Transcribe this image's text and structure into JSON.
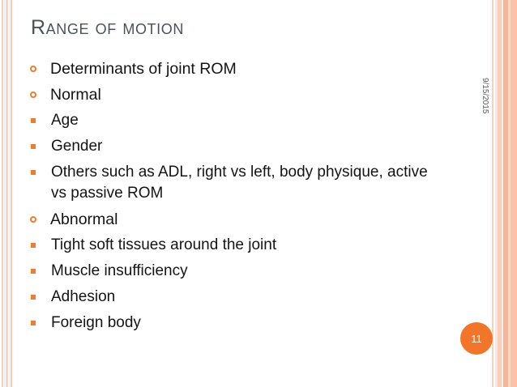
{
  "slide": {
    "title": "Range of motion",
    "date": "9/15/2015",
    "page_number": "11",
    "colors": {
      "accent": "#ef7c31",
      "badge": "#f1762a",
      "title_text": "#4a525e",
      "body_text": "#141414",
      "stripe_peach": "#f9c3a6"
    },
    "bullets": [
      {
        "level": 1,
        "marker": "hollow-circle",
        "text": "Determinants of joint ROM"
      },
      {
        "level": 1,
        "marker": "hollow-circle",
        "text": "Normal"
      },
      {
        "level": 2,
        "marker": "filled-square",
        "text": "Age"
      },
      {
        "level": 2,
        "marker": "filled-square",
        "text": "Gender"
      },
      {
        "level": 2,
        "marker": "filled-square",
        "text": "Others such as ADL, right vs left, body physique, active vs passive ROM"
      },
      {
        "level": 1,
        "marker": "hollow-circle",
        "text": "Abnormal"
      },
      {
        "level": 2,
        "marker": "filled-square",
        "text": "Tight soft tissues around the joint"
      },
      {
        "level": 2,
        "marker": "filled-square",
        "text": "Muscle insufficiency"
      },
      {
        "level": 2,
        "marker": "filled-square",
        "text": "Adhesion"
      },
      {
        "level": 2,
        "marker": "filled-square",
        "text": "Foreign body"
      }
    ]
  }
}
